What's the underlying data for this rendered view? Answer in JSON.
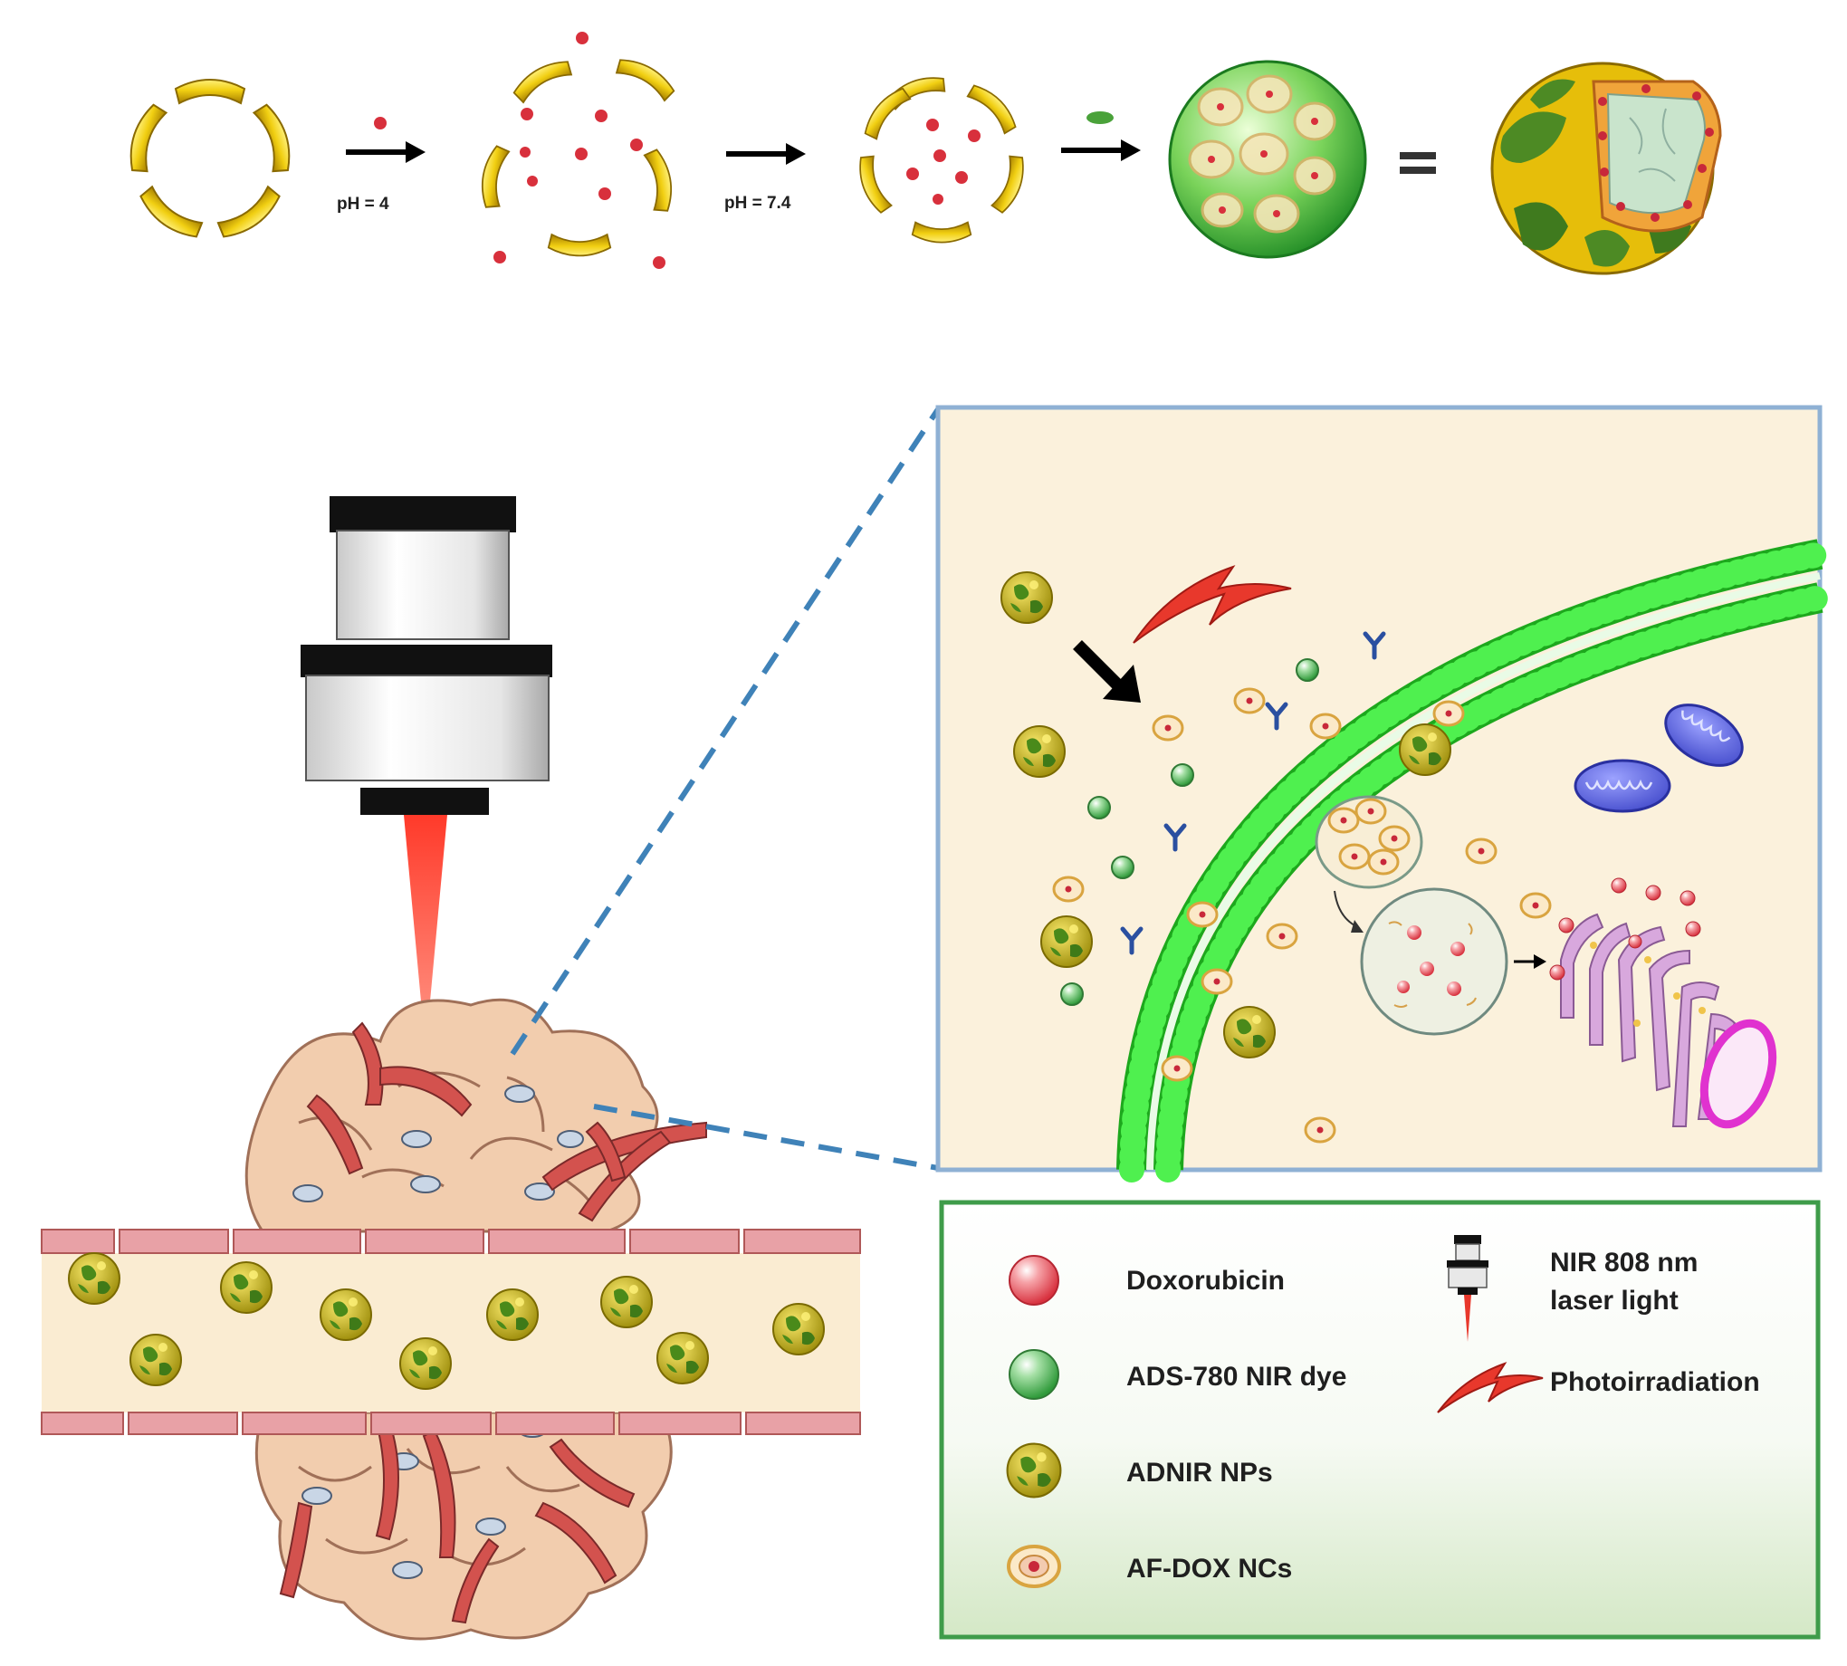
{
  "steps": [
    {
      "label": "pH = 4"
    },
    {
      "label": "pH = 7.4"
    }
  ],
  "legend": {
    "items": [
      {
        "name": "doxorubicin",
        "label": "Doxorubicin"
      },
      {
        "name": "ads-780-nir-dye",
        "label": "ADS-780 NIR dye"
      },
      {
        "name": "adnir-nps",
        "label": "ADNIR NPs"
      },
      {
        "name": "af-dox-ncs",
        "label": "AF-DOX NCs"
      }
    ],
    "laser_label_line1": "NIR 808 nm",
    "laser_label_line2": "laser light",
    "photo_label": "Photoirradiation"
  },
  "colors": {
    "gold": "#e8c20a",
    "green": "#3fbf3f",
    "membrane": "#2fe82f",
    "dox_red": "#e2414f",
    "laser_red": "#e8382c",
    "vessel_wall": "#e8a1a6",
    "vessel_lumen": "#faecd2",
    "tissue": "#f3cfae",
    "panel_fill": "#fbf1dc",
    "panel_border": "#8fb1d4",
    "legend_border": "#3f9c4a",
    "mito": "#5058d4",
    "golgi": "#d8a8dd"
  }
}
